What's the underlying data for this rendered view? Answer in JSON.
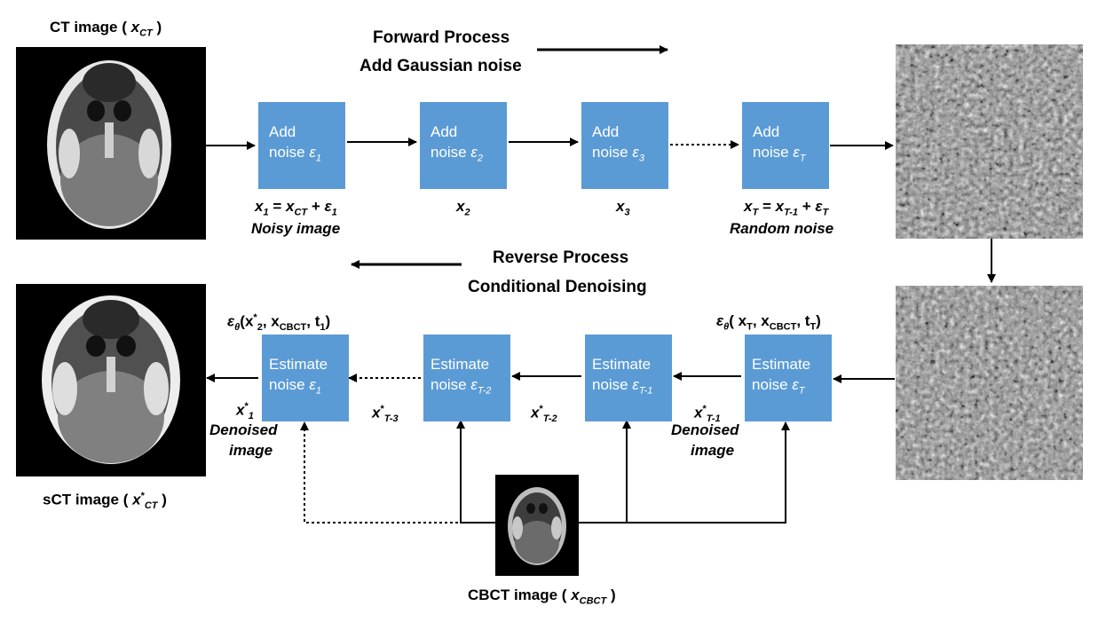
{
  "forward": {
    "title": "Forward Process",
    "subtitle": "Add Gaussian noise"
  },
  "reverse": {
    "title": "Reverse Process",
    "subtitle": "Conditional Denoising"
  },
  "ct_label": {
    "text": "CT image (",
    "var": "x",
    "sub": "CT",
    "close": ")"
  },
  "sct_label": {
    "text": "sCT image (",
    "var": "x",
    "sup": "*",
    "sub": "CT",
    "close": ")"
  },
  "cbct_label": {
    "text": "CBCT image (",
    "var": "x",
    "sub": "CBCT",
    "close": ")"
  },
  "forward_boxes": [
    {
      "line1": "Add",
      "line2": "noise ",
      "eps": "ε",
      "sub": "1"
    },
    {
      "line1": "Add",
      "line2": "noise ",
      "eps": "ε",
      "sub": "2"
    },
    {
      "line1": "Add",
      "line2": "noise ",
      "eps": "ε",
      "sub": "3"
    },
    {
      "line1": "Add",
      "line2": "noise ",
      "eps": "ε",
      "sub": "T"
    }
  ],
  "reverse_boxes": [
    {
      "line1": "Estimate",
      "line2": "noise ",
      "eps": "ε",
      "sub": "1"
    },
    {
      "line1": "Estimate",
      "line2": "noise ",
      "eps": "ε",
      "sub": "T-2"
    },
    {
      "line1": "Estimate",
      "line2": "noise ",
      "eps": "ε",
      "sub": "T-1"
    },
    {
      "line1": "Estimate",
      "line2": "noise ",
      "eps": "ε",
      "sub": "T"
    }
  ],
  "forward_labels": {
    "x1_eq": "= ",
    "x1_var": "x",
    "x1_sub": "1",
    "x1_rhs_a": "x",
    "x1_rhs_a_sub": "CT",
    "plus": "+",
    "x1_rhs_b": "ε",
    "x1_rhs_b_sub": "1",
    "noisy": "Noisy image",
    "x2": "x",
    "x2_sub": "2",
    "x3": "x",
    "x3_sub": "3",
    "xT": "x",
    "xT_sub": "T",
    "xT_rhs_a_sub": "T-1",
    "xT_rhs_b_sub": "T",
    "random": "Random noise"
  },
  "reverse_labels": {
    "eps_left": "ε",
    "eps_left_sub": "θ",
    "eps_left_args": "(x",
    "eps_left_sup": "*",
    "eps_left_sub2": "2",
    "eps_left_mid": ", x",
    "eps_left_sub3": "CBCT",
    "eps_left_t": ", t",
    "eps_left_sub4": "1",
    "eps_left_close": ")",
    "eps_right": "ε",
    "eps_right_sub": "θ",
    "eps_right_args": "( x",
    "eps_right_sub2": "T",
    "eps_right_mid": ", x",
    "eps_right_sub3": "CBCT",
    "eps_right_t": ", t",
    "eps_right_sub4": "T",
    "eps_right_close": ")",
    "x1": "x",
    "x1_sup": "*",
    "x1_sub": "1",
    "xT3": "x",
    "xT3_sup": "*",
    "xT3_sub": "T-3",
    "xT2": "x",
    "xT2_sup": "*",
    "xT2_sub": "T-2",
    "xT1": "x",
    "xT1_sup": "*",
    "xT1_sub": "T-1",
    "denoised_a": "Denoised",
    "denoised_b": "image"
  },
  "colors": {
    "box": "#5b9bd5",
    "box_text": "#ffffff"
  }
}
